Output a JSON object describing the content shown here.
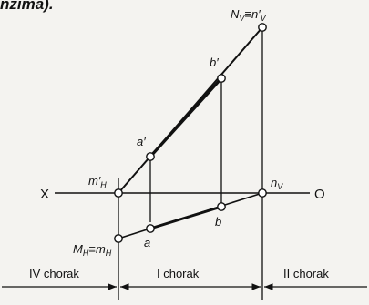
{
  "header_fragment": "nzima).",
  "axis": {
    "left_label": "X",
    "right_label": "O"
  },
  "points": {
    "N": "N",
    "n_top": "n′",
    "n_low": "n",
    "b_top": "b′",
    "b_low": "b",
    "a_top": "a′",
    "a_low": "a",
    "m_top": "m′",
    "M": "M",
    "m_low": "m",
    "sub_h": "H",
    "sub_v": "V",
    "equiv": "≡"
  },
  "quadrants": [
    "IV chorak",
    "I chorak",
    "II chorak"
  ],
  "colors": {
    "ink": "#111111",
    "paper": "#f4f3f0"
  }
}
